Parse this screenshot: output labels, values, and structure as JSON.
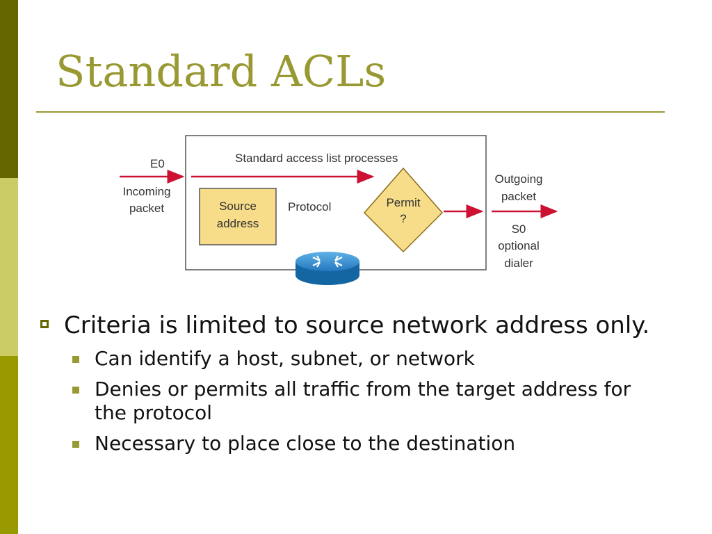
{
  "slide": {
    "title": "Standard ACLs"
  },
  "diagram": {
    "top_label": "Standard access list processes",
    "in_interface": "E0",
    "in_label_1": "Incoming",
    "in_label_2": "packet",
    "source_1": "Source",
    "source_2": "address",
    "protocol": "Protocol",
    "permit_1": "Permit",
    "permit_2": "?",
    "out_label_1": "Outgoing",
    "out_label_2": "packet",
    "out_interface": "S0",
    "out_note_1": "optional",
    "out_note_2": "dialer",
    "router_icon": "router-icon",
    "colors": {
      "arrow": "#cc1133",
      "diamond_fill": "#f7dc8a",
      "diamond_stroke": "#8a6d1a",
      "source_fill": "#f7dc8a",
      "router_top": "#2f8bc9",
      "router_side": "#1466a3"
    }
  },
  "bullets": {
    "main": "Criteria is limited to source network address only.",
    "sub": [
      "Can identify a host, subnet, or network",
      "Denies or permits all traffic from the target address for the protocol",
      "Necessary to place close to the destination"
    ]
  },
  "theme": {
    "bar_top": "#666600",
    "bar_middle": "#cccc66",
    "bar_bottom": "#999900",
    "title_color": "#999933"
  }
}
